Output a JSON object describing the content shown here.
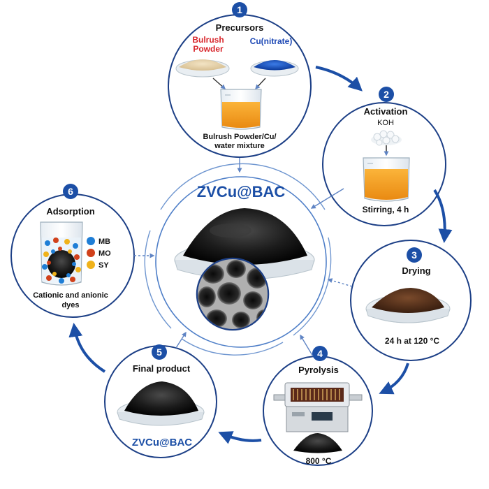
{
  "center": {
    "title": "ZVCu@BAC"
  },
  "steps": [
    {
      "number": "1",
      "title": "Precursors",
      "precursor_a": [
        "Bulrush",
        "Powder"
      ],
      "precursor_b": "Cu(nitrate)",
      "caption": [
        "Bulrush Powder/Cu/",
        "water mixture"
      ]
    },
    {
      "number": "2",
      "title": "Activation",
      "reagent": "KOH",
      "caption": "Stirring, 4 h"
    },
    {
      "number": "3",
      "title": "Drying",
      "caption": "24 h at 120 °C"
    },
    {
      "number": "4",
      "title": "Pyrolysis",
      "caption": "800 °C"
    },
    {
      "number": "5",
      "title": "Final product",
      "caption": "ZVCu@BAC"
    },
    {
      "number": "6",
      "title": "Adsorption",
      "legend": [
        {
          "label": "MB",
          "color": "#1f7ed6"
        },
        {
          "label": "MO",
          "color": "#d1411b"
        },
        {
          "label": "SY",
          "color": "#f0b21a"
        }
      ],
      "caption": [
        "Cationic and anionic",
        "dyes"
      ]
    }
  ],
  "colors": {
    "accent": "#1c4fa6",
    "circle_border": "#1c3f86",
    "bulrush_label": "#d8262c",
    "cu_label": "#1d48b5"
  }
}
